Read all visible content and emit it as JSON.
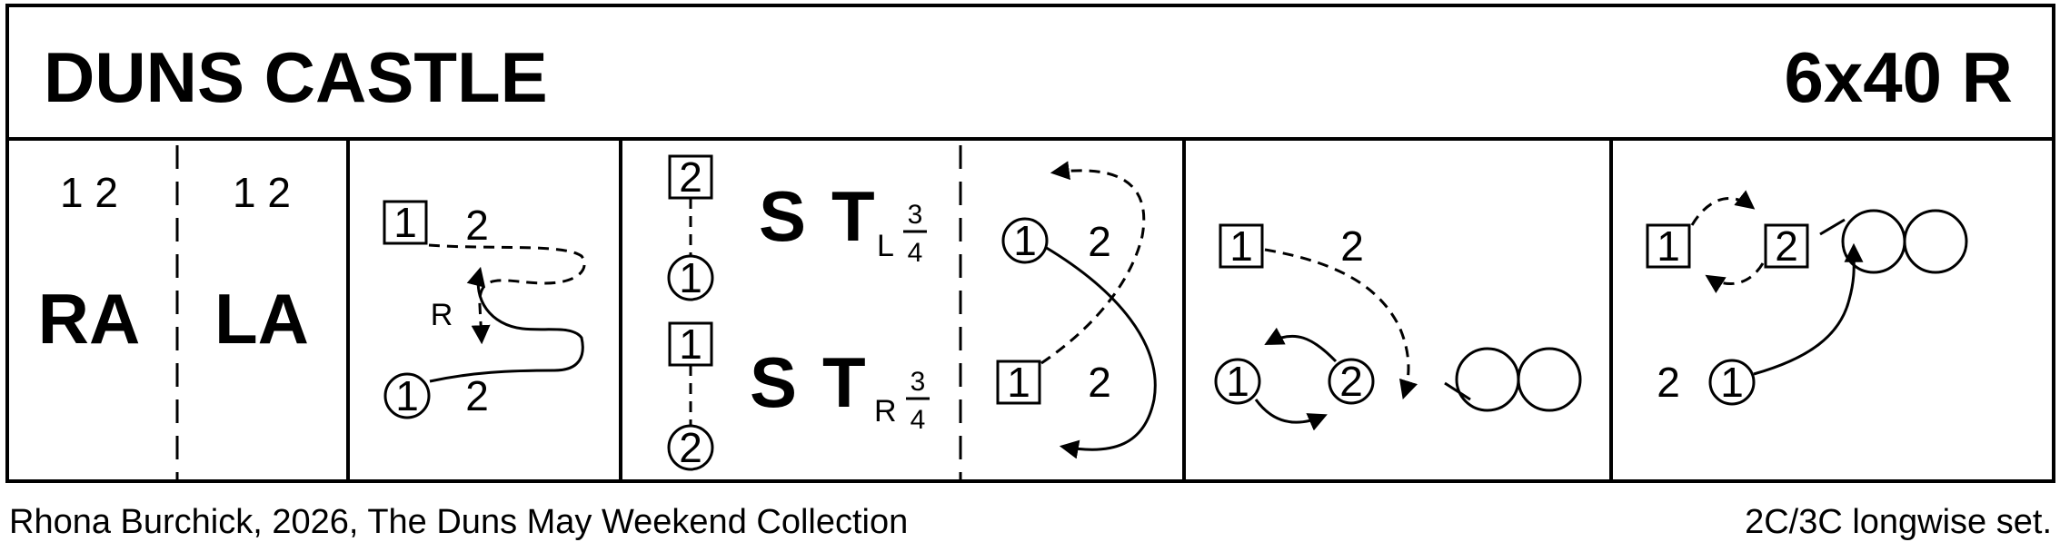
{
  "title": "DUNS CASTLE",
  "format": "6x40 R",
  "footer_left": "Rhona Burchick, 2026, The Duns May Weekend Collection",
  "footer_right": "2C/3C longwise set.",
  "bars_1_2": {
    "couples": "1 2",
    "figure_a": "RA",
    "figure_b": "LA"
  },
  "bars_3_4": {
    "box_1": "1",
    "label_2": "2",
    "circle_1": "1",
    "label_2b": "2",
    "turn_label": "R"
  },
  "bars_5_6": {
    "box_2": "2",
    "circle_1": "1",
    "box_1": "1",
    "circle_2": "2",
    "set_label": "S",
    "turn_label": "T",
    "hand_top": "L",
    "hand_bottom": "R",
    "frac_num": "3",
    "frac_den": "4",
    "path_circle_1": "1",
    "path_label_2": "2",
    "path_box_1": "1",
    "path_label_2b": "2"
  },
  "bars_7_8": {
    "box_1": "1",
    "label_2": "2",
    "circle_1": "1",
    "circle_2": "2"
  },
  "bars_9_10": {
    "box_1": "1",
    "box_2": "2",
    "label_2": "2",
    "circle_1": "1"
  }
}
